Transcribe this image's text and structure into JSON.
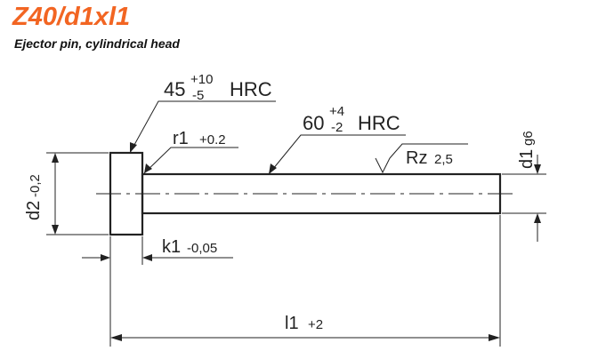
{
  "title": "Z40/d1xl1",
  "subtitle": "Ejector pin, cylindrical head",
  "colors": {
    "title": "#f26522",
    "line": "#222222",
    "background": "#ffffff"
  },
  "annotations": {
    "head_hardness": {
      "value": "45",
      "tol_upper": "+10",
      "tol_lower": "-5",
      "unit": "HRC"
    },
    "shaft_hardness": {
      "value": "60",
      "tol_upper": "+4",
      "tol_lower": "-2",
      "unit": "HRC"
    },
    "radius": {
      "label": "r1",
      "tol": "+0.2"
    },
    "roughness": {
      "label": "Rz",
      "value": "2,5"
    },
    "head_thickness": {
      "label": "k1",
      "tol": "-0,05"
    },
    "length": {
      "label": "l1",
      "tol": "+2"
    },
    "head_diameter": {
      "label": "d2",
      "tol": "-0,2"
    },
    "shaft_diameter": {
      "label": "d1",
      "tol": "g6"
    }
  }
}
